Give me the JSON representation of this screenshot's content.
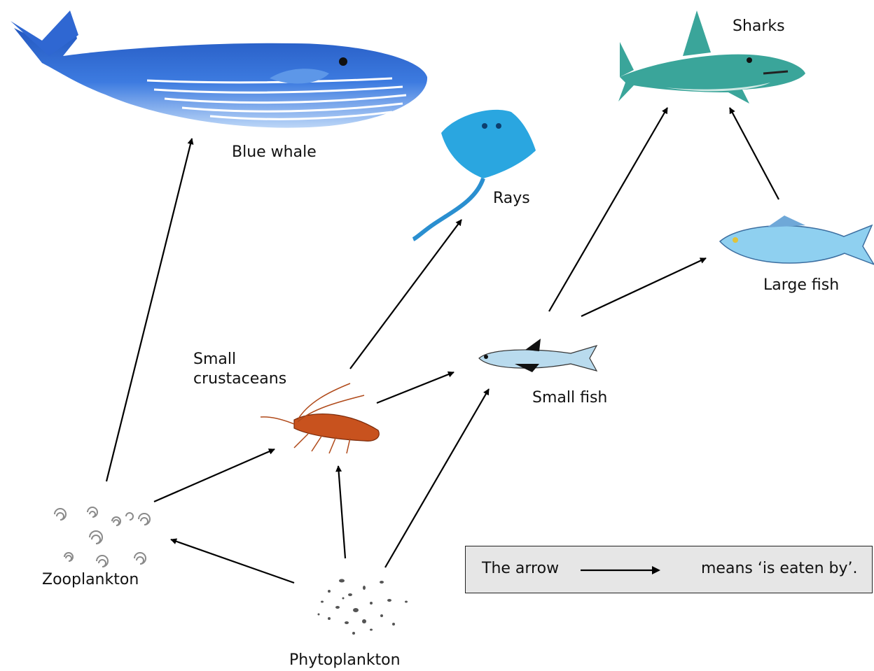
{
  "organisms": {
    "blue_whale": "Blue whale",
    "sharks": "Sharks",
    "rays": "Rays",
    "large_fish": "Large fish",
    "small_crustaceans_line1": "Small",
    "small_crustaceans_line2": "crustaceans",
    "small_fish": "Small fish",
    "zooplankton": "Zooplankton",
    "phytoplankton": "Phytoplankton"
  },
  "links": [
    {
      "from": "Zooplankton",
      "to": "Blue whale"
    },
    {
      "from": "Zooplankton",
      "to": "Small crustaceans"
    },
    {
      "from": "Phytoplankton",
      "to": "Zooplankton"
    },
    {
      "from": "Phytoplankton",
      "to": "Small crustaceans"
    },
    {
      "from": "Phytoplankton",
      "to": "Small fish"
    },
    {
      "from": "Small crustaceans",
      "to": "Rays"
    },
    {
      "from": "Small crustaceans",
      "to": "Small fish"
    },
    {
      "from": "Small fish",
      "to": "Sharks"
    },
    {
      "from": "Small fish",
      "to": "Large fish"
    },
    {
      "from": "Large fish",
      "to": "Sharks"
    }
  ],
  "legend": {
    "prefix": "The arrow",
    "suffix": "means ‘is eaten by’."
  },
  "colors": {
    "whale": "#2b5fc4",
    "shark": "#3aa59a",
    "ray": "#2aa6e0",
    "fish": "#8fd0f0",
    "crustacean": "#c8521e",
    "legend_bg": "#e6e6e6"
  }
}
